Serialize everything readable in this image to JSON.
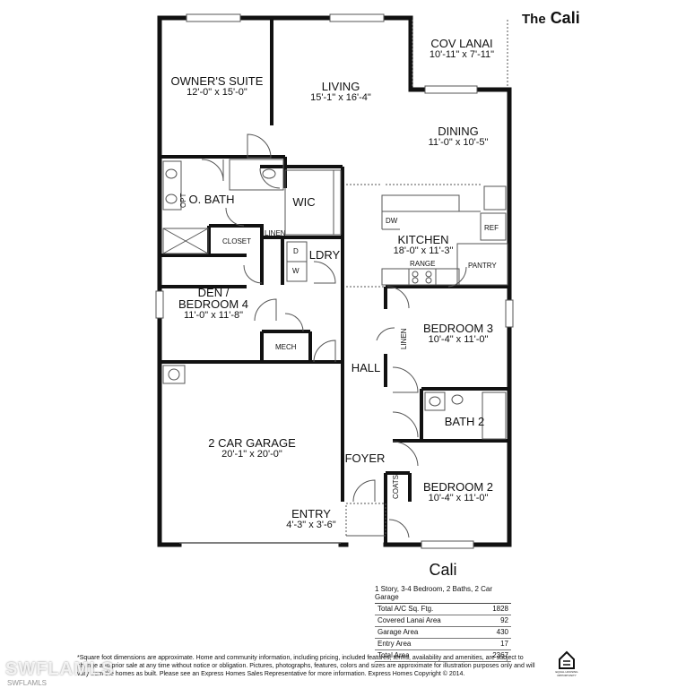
{
  "brand": {
    "prefix": "The",
    "name": "Cali"
  },
  "rooms": {
    "cov_lanai": {
      "name": "COV LANAI",
      "dims": "10'-11\" x 7'-11\""
    },
    "owners_suite": {
      "name": "OWNER'S SUITE",
      "dims": "12'-0\" x 15'-0\""
    },
    "living": {
      "name": "LIVING",
      "dims": "15'-1\" x 16'-4\""
    },
    "dining": {
      "name": "DINING",
      "dims": "11'-0\" x 10'-5\""
    },
    "o_bath": {
      "name": "O. BATH"
    },
    "wic": {
      "name": "WIC"
    },
    "kitchen": {
      "name": "KITCHEN",
      "dims": "18'-0\" x 11'-3\""
    },
    "ldry": {
      "name": "LDRY"
    },
    "den": {
      "name": "DEN /",
      "name2": "BEDROOM 4",
      "dims": "11'-0\" x 11'-8\""
    },
    "bedroom3": {
      "name": "BEDROOM 3",
      "dims": "10'-4\" x 11'-0\""
    },
    "hall": {
      "name": "HALL"
    },
    "bath2": {
      "name": "BATH 2"
    },
    "garage": {
      "name": "2 CAR GARAGE",
      "dims": "20'-1\" x 20'-0\""
    },
    "foyer": {
      "name": "FOYER"
    },
    "bedroom2": {
      "name": "BEDROOM 2",
      "dims": "10'-4\" x 11'-0\""
    },
    "entry": {
      "name": "ENTRY",
      "dims": "4'-3\" x 3'-6\""
    }
  },
  "labels": {
    "opt": "OPT",
    "closet": "CLOSET",
    "linen": "LINEN",
    "linen2": "LINEN",
    "dw": "DW",
    "ref": "REF",
    "range": "RANGE",
    "pantry": "PANTRY",
    "d": "D",
    "w": "W",
    "mech": "MECH",
    "coats": "COATS"
  },
  "stats": {
    "title": "Cali",
    "summary": "1 Story, 3-4 Bedroom, 2 Baths, 2 Car Garage",
    "rows": [
      {
        "label": "Total A/C Sq. Ftg.",
        "value": "1828"
      },
      {
        "label": "Covered Lanai Area",
        "value": "92"
      },
      {
        "label": "Garage Area",
        "value": "430"
      },
      {
        "label": "Entry Area",
        "value": "17"
      },
      {
        "label": "Total Area",
        "value": "2367"
      }
    ]
  },
  "disclaimer": "*Square foot dimensions are approximate. Home and community information, including pricing, included features, terms, availability and amenities, are subject to change and prior sale at any time without notice or obligation. Pictures, photographs, features, colors and sizes are approximate for illustration purposes only and will vary from the homes as built. Please see an Express Homes Sales Representative for more information. Express Homes Copyright © 2014.",
  "eho_text": "EQUAL HOUSING OPPORTUNITY",
  "watermark": "SWFLAMLS",
  "watermark_small": "SWFLAMLS"
}
